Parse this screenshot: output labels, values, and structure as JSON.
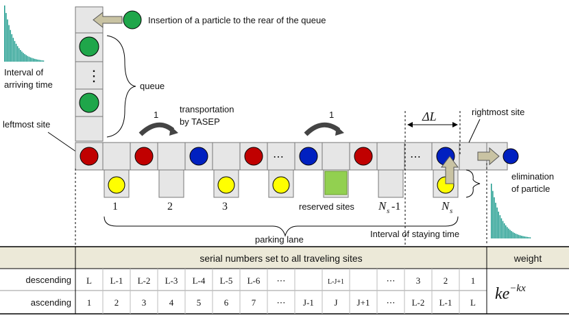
{
  "labels": {
    "insertion": "Insertion of a particle to the rear of the queue",
    "interval_arriving": [
      "Interval of",
      "arriving time"
    ],
    "queue": "queue",
    "leftmost": "leftmost site",
    "rate_one": "1",
    "transport": [
      "transportation",
      "by TASEP"
    ],
    "delta": "ΔL",
    "rightmost": "rightmost site",
    "elimination": [
      "elimination",
      "of particle"
    ],
    "reserved": "reserved sites",
    "parking": "parking lane",
    "staying": "Interval of staying time",
    "dots": "⋯",
    "vdots": "⋮"
  },
  "parking_numbers": [
    "1",
    "2",
    "3"
  ],
  "ns_label": "N",
  "ns_sub": "s",
  "ns_minus": "-1",
  "colors": {
    "red": "#c00000",
    "blue": "#0020c0",
    "green": "#1fa64a",
    "yellow": "#ffff00",
    "reserved": "#92d050",
    "histogram": "#1a9a8c",
    "table_header": "#ece9d8"
  },
  "table": {
    "header": "serial numbers set to all traveling sites",
    "weight_header": "weight",
    "weight_formula": {
      "base": "ke",
      "exponent": "−kx"
    },
    "rows": [
      {
        "label": "descending",
        "cells": [
          "L",
          "L-1",
          "L-2",
          "L-3",
          "L-4",
          "L-5",
          "L-6",
          "⋯",
          "",
          "L-J+1",
          "",
          "⋯",
          "3",
          "2",
          "1"
        ]
      },
      {
        "label": "ascending",
        "cells": [
          "1",
          "2",
          "3",
          "4",
          "5",
          "6",
          "7",
          "⋯",
          "J-1",
          "J",
          "J+1",
          "⋯",
          "L-2",
          "L-1",
          "L"
        ]
      }
    ]
  }
}
